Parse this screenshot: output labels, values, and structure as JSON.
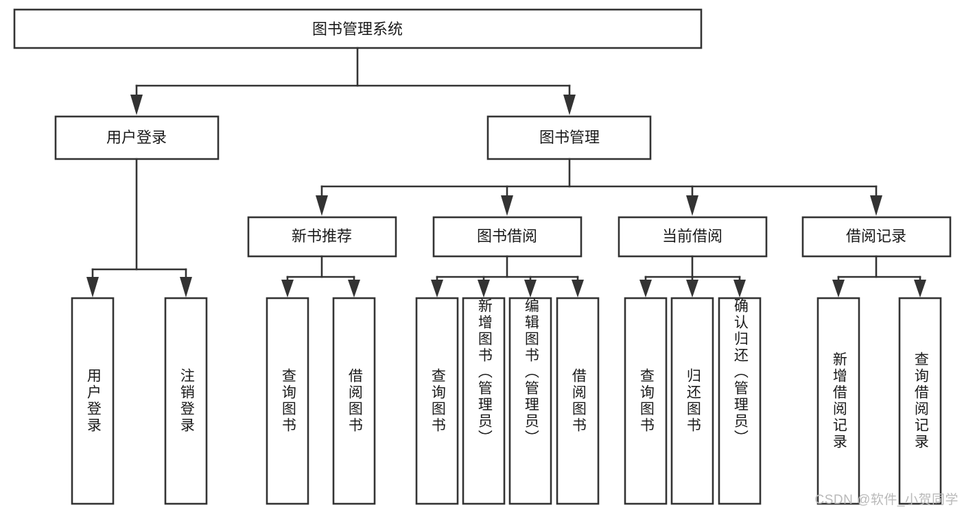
{
  "diagram": {
    "type": "tree-hierarchy",
    "title": "图书管理系统",
    "root": {
      "id": "root",
      "label": "图书管理系统"
    },
    "level2": [
      {
        "id": "user-login",
        "label": "用户登录"
      },
      {
        "id": "book-manage",
        "label": "图书管理"
      }
    ],
    "level3": [
      {
        "id": "new-book-rec",
        "label": "新书推荐",
        "parent": "book-manage"
      },
      {
        "id": "book-borrow",
        "label": "图书借阅",
        "parent": "book-manage"
      },
      {
        "id": "current-borrow",
        "label": "当前借阅",
        "parent": "book-manage"
      },
      {
        "id": "borrow-record",
        "label": "借阅记录",
        "parent": "book-manage"
      }
    ],
    "leaves": {
      "user-login": [
        {
          "id": "leaf-user-login",
          "label": "用户登录"
        },
        {
          "id": "leaf-logout",
          "label": "注销登录"
        }
      ],
      "new-book-rec": [
        {
          "id": "leaf-query-book-1",
          "label": "查询图书"
        },
        {
          "id": "leaf-borrow-book-1",
          "label": "借阅图书"
        }
      ],
      "book-borrow": [
        {
          "id": "leaf-query-book-2",
          "label": "查询图书"
        },
        {
          "id": "leaf-add-book",
          "label": "新增图书（管理员）"
        },
        {
          "id": "leaf-edit-book",
          "label": "编辑图书（管理员）"
        },
        {
          "id": "leaf-borrow-book-2",
          "label": "借阅图书"
        }
      ],
      "current-borrow": [
        {
          "id": "leaf-query-book-3",
          "label": "查询图书"
        },
        {
          "id": "leaf-return-book",
          "label": "归还图书"
        },
        {
          "id": "leaf-confirm-return",
          "label": "确认归还（管理员）"
        }
      ],
      "borrow-record": [
        {
          "id": "leaf-add-record",
          "label": "新增借阅记录"
        },
        {
          "id": "leaf-query-record",
          "label": "查询借阅记录"
        }
      ]
    }
  },
  "watermark": {
    "text": "CSDN @软件_小贺同学"
  },
  "colors": {
    "stroke": "#333333",
    "fill": "#ffffff",
    "text": "#1a1a1a",
    "watermark": "#b9b9b9"
  }
}
